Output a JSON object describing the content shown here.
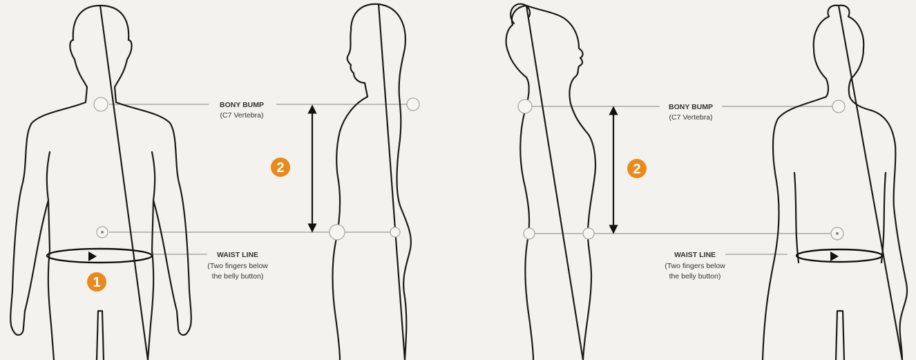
{
  "colors": {
    "background": "#f3f2ee",
    "badge": "#e88a1c",
    "outline": "#1a1a1a",
    "guide": "#9a9a9a"
  },
  "male": {
    "bony_bump_title": "BONY BUMP",
    "bony_bump_sub": "(C7 Vertebra)",
    "waist_title": "WAIST LINE",
    "waist_sub1": "(Two fingers below",
    "waist_sub2": "the belly button)",
    "badge_1": "1",
    "badge_2": "2"
  },
  "female": {
    "bony_bump_title": "BONY BUMP",
    "bony_bump_sub": "(C7 Vertebra)",
    "waist_title": "WAIST LINE",
    "waist_sub1": "(Two fingers below",
    "waist_sub2": "the belly button)",
    "badge_2": "2"
  }
}
